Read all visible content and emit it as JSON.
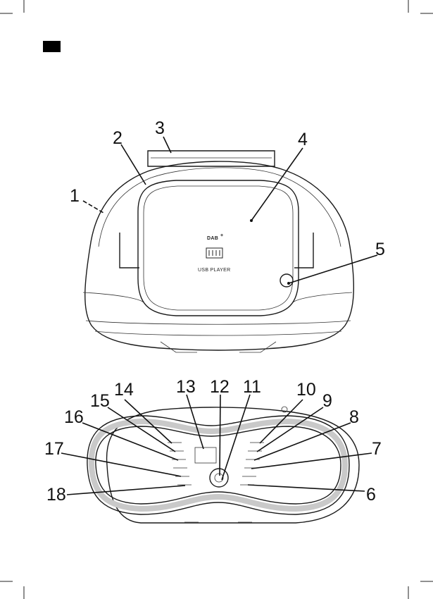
{
  "header": {
    "language_tab_text": "",
    "language_tab_color": "#000000"
  },
  "device_front": {
    "logo_text": "DAB",
    "logo_superscript": "+",
    "product_label": "USB PLAYER"
  },
  "callouts": {
    "c1": "1",
    "c2": "2",
    "c3": "3",
    "c4": "4",
    "c5": "5",
    "c6": "6",
    "c7": "7",
    "c8": "8",
    "c9": "9",
    "c10": "10",
    "c11": "11",
    "c12": "12",
    "c13": "13",
    "c14": "14",
    "c15": "15",
    "c16": "16",
    "c17": "17",
    "c18": "18"
  },
  "icons": [
    "crop-mark-icon",
    "language-tab-icon",
    "dab-logo-icon",
    "cd-lid-icon",
    "control-knob-icon"
  ]
}
